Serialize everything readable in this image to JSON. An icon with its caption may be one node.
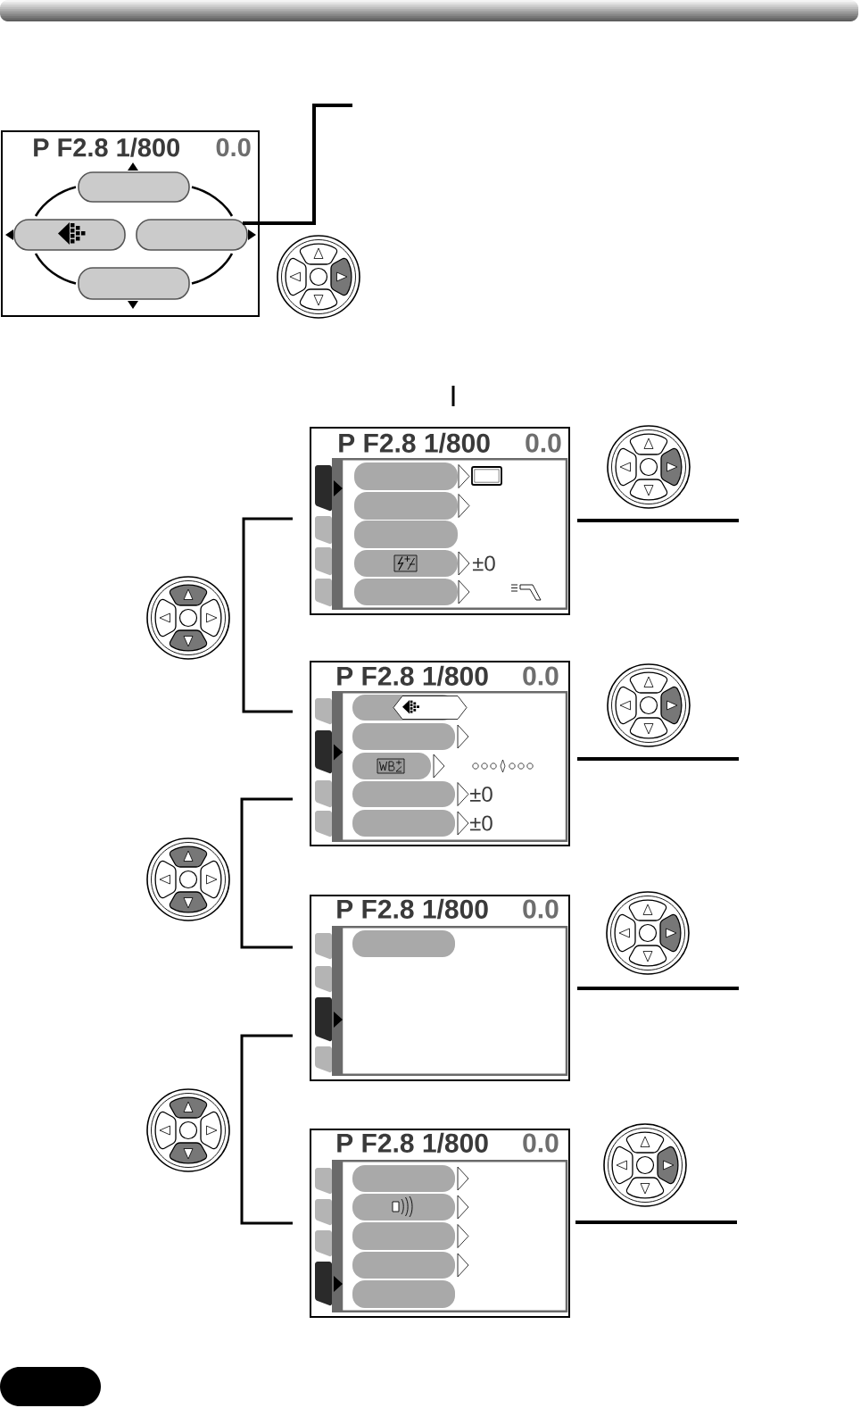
{
  "diagram": {
    "nodes": [
      {
        "text": [
          "P F2.8 1/800",
          "0.0"
        ]
      },
      {
        "text": [],
        "shape": "box",
        "in": 0
      },
      {
        "text": [],
        "shape": "box",
        "in": 0
      },
      {
        "text": [],
        "shape": "box",
        "in": 0
      },
      {
        "text": [],
        "shape": "box",
        "in": 0
      },
      {
        "text": [
          "P F2.8 1/800",
          "0.0"
        ]
      },
      {
        "text": [],
        "shape": "box",
        "in": 5
      },
      {
        "text": [],
        "shape": "box",
        "in": 5
      },
      {
        "text": [],
        "shape": "box",
        "in": 5
      },
      {
        "text": [],
        "shape": "box",
        "in": 5,
        "beside": [
          "±0"
        ]
      },
      {
        "text": [],
        "shape": "box",
        "in": 5
      },
      {
        "text": [
          "P F2.8 1/800",
          "0.0"
        ]
      },
      {
        "text": [],
        "shape": "box",
        "in": 11
      },
      {
        "text": [],
        "shape": "box",
        "in": 11
      },
      {
        "text": [],
        "shape": "box",
        "in": 11
      },
      {
        "text": [],
        "shape": "box",
        "in": 11,
        "beside": [
          "±0"
        ]
      },
      {
        "text": [],
        "shape": "box",
        "in": 11,
        "beside": [
          "±0"
        ]
      },
      {
        "text": [
          "P F2.8 1/800",
          "0.0"
        ]
      },
      {
        "text": [],
        "shape": "box",
        "in": 17
      },
      {
        "text": [
          "P F2.8 1/800",
          "0.0"
        ]
      },
      {
        "text": [],
        "shape": "box",
        "in": 19
      },
      {
        "text": [],
        "shape": "box",
        "in": 19
      },
      {
        "text": [],
        "shape": "box",
        "in": 19
      },
      {
        "text": [],
        "shape": "box",
        "in": 19
      },
      {
        "text": [],
        "shape": "box",
        "in": 19
      }
    ],
    "edges": [
      {
        "from": 3,
        "to": null,
        "arrow": "none"
      },
      {
        "from": 5,
        "to": 11,
        "arrow": "none"
      },
      {
        "from": 11,
        "to": 17,
        "arrow": "none"
      },
      {
        "from": 17,
        "to": 19,
        "arrow": "none"
      },
      {
        "from": 2,
        "to": 1,
        "arrow": "none"
      },
      {
        "from": 1,
        "to": 3,
        "arrow": "none"
      },
      {
        "from": 2,
        "to": 4,
        "arrow": "none"
      },
      {
        "from": 4,
        "to": 3,
        "arrow": "none"
      }
    ]
  }
}
